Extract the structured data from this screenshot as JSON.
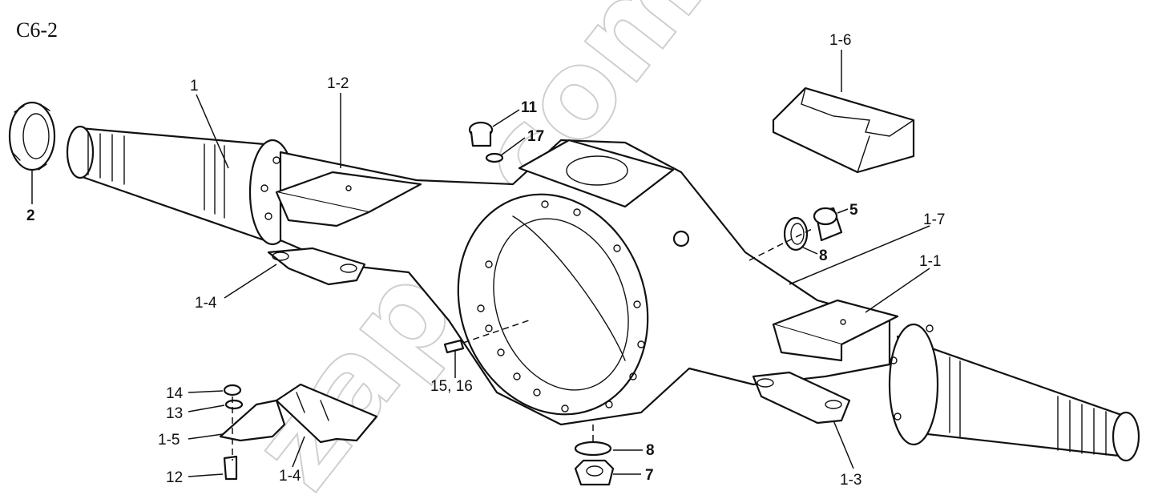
{
  "title": "C6-2",
  "watermark": "zapk.com.ru",
  "labels": {
    "l1": "1",
    "l1_1": "1-1",
    "l1_2": "1-2",
    "l1_3": "1-3",
    "l1_4a": "1-4",
    "l1_4b": "1-4",
    "l1_5": "1-5",
    "l1_6": "1-6",
    "l1_7": "1-7",
    "l2": "2",
    "l5": "5",
    "l7": "7",
    "l8a": "8",
    "l8b": "8",
    "l11": "11",
    "l12": "12",
    "l13": "13",
    "l14": "14",
    "l15_16": "15, 16",
    "l17": "17"
  }
}
